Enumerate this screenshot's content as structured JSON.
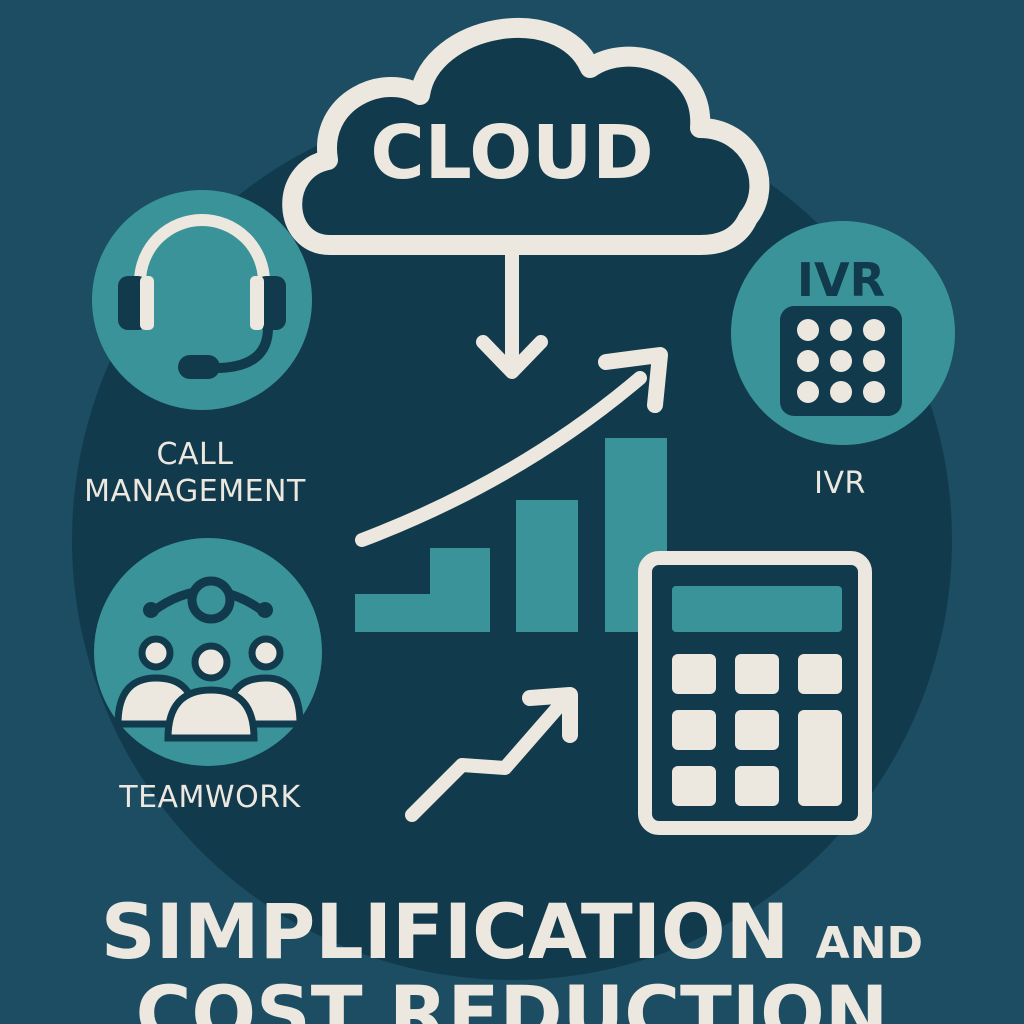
{
  "cloud": {
    "label": "CLOUD"
  },
  "call_management": {
    "line1": "CALL",
    "line2": "MANAGEMENT"
  },
  "ivr": {
    "badge_label": "IVR",
    "label": "IVR"
  },
  "teamwork": {
    "label": "TEAMWORK"
  },
  "headline": {
    "main": "SIMPLIFICATION",
    "connector": "AND",
    "line2": "COST REDUCTION"
  },
  "icons": [
    "cloud-icon",
    "headset-icon",
    "ivr-keypad-icon",
    "team-icon",
    "growth-arrow-icon",
    "bar-chart-icon",
    "calculator-icon",
    "down-arrow-icon"
  ],
  "colors": {
    "background": "#1c4d62",
    "inner_circle": "#123a4d",
    "teal": "#3a9398",
    "cream": "#ece8df"
  }
}
